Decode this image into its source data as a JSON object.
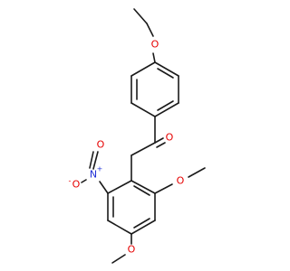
{
  "molecule": {
    "atoms": {
      "o_ethoxy": "O",
      "o_carbonyl": "O",
      "n_nitro": "N",
      "n_charge": "+",
      "o_nitro_double": "O",
      "o_nitro_single": "O",
      "o_nitro_charge": "-",
      "o_methoxy_5": "O",
      "o_methoxy_4": "O"
    },
    "colors": {
      "oxygen": "#e60000",
      "nitrogen": "#1f2fd6",
      "bond": "#1a1a1a"
    }
  }
}
